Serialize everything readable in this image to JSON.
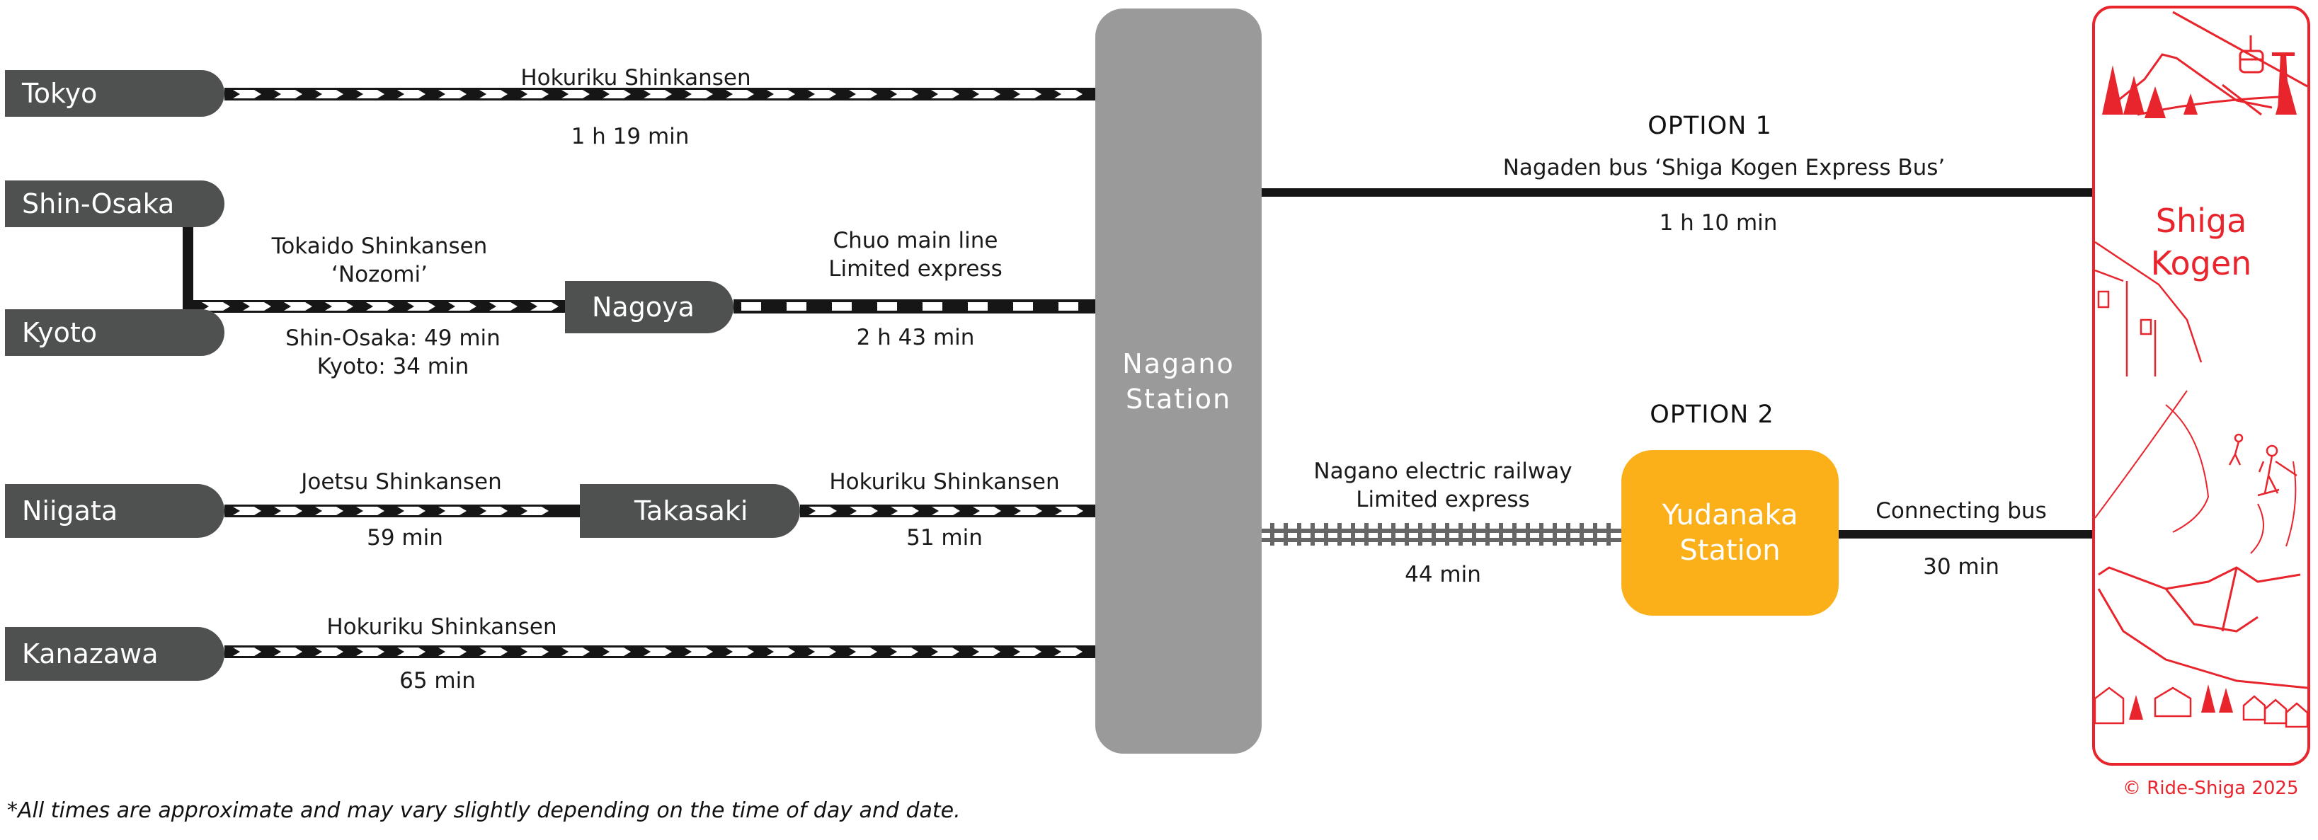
{
  "colors": {
    "origin_station": "#4f5150",
    "hub_station": "#9a9a9a",
    "transfer_yudanaka": "#fbb01a",
    "destination_accent": "#e8242c",
    "track_dark": "#161616",
    "local_rail": "#666666"
  },
  "origins": [
    {
      "name": "Tokyo"
    },
    {
      "name": "Shin-Osaka"
    },
    {
      "name": "Kyoto"
    },
    {
      "name": "Niigata"
    },
    {
      "name": "Kanazawa"
    }
  ],
  "transfers": [
    {
      "name": "Nagoya"
    },
    {
      "name": "Takasaki"
    }
  ],
  "hub": {
    "line1": "Nagano",
    "line2": "Station"
  },
  "routes": {
    "tokyo": {
      "line": "Hokuriku Shinkansen",
      "time": "1 h 19 min"
    },
    "osaka_kyoto": {
      "line1": "Tokaido Shinkansen",
      "line2": "‘Nozomi’",
      "time1": "Shin-Osaka: 49 min",
      "time2": "Kyoto: 34 min"
    },
    "nagoya": {
      "line1": "Chuo main line",
      "line2": "Limited express",
      "time": "2 h 43 min"
    },
    "niigata": {
      "line": "Joetsu Shinkansen",
      "time": "59 min"
    },
    "takasaki": {
      "line": "Hokuriku Shinkansen",
      "time": "51 min"
    },
    "kanazawa": {
      "line": "Hokuriku Shinkansen",
      "time": "65 min"
    }
  },
  "option1": {
    "title": "OPTION 1",
    "line": "Nagaden bus ‘Shiga Kogen Express Bus’",
    "time": "1 h 10 min"
  },
  "option2": {
    "title": "OPTION 2",
    "rail_line1": "Nagano electric railway",
    "rail_line2": "Limited express",
    "rail_time": "44 min",
    "station_line1": "Yudanaka",
    "station_line2": "Station",
    "bus_line": "Connecting bus",
    "bus_time": "30 min"
  },
  "destination": {
    "line1": "Shiga",
    "line2": "Kogen"
  },
  "footnote": "*All times are approximate and may vary slightly depending on the time of day and date.",
  "copyright": "© Ride-Shiga 2025"
}
